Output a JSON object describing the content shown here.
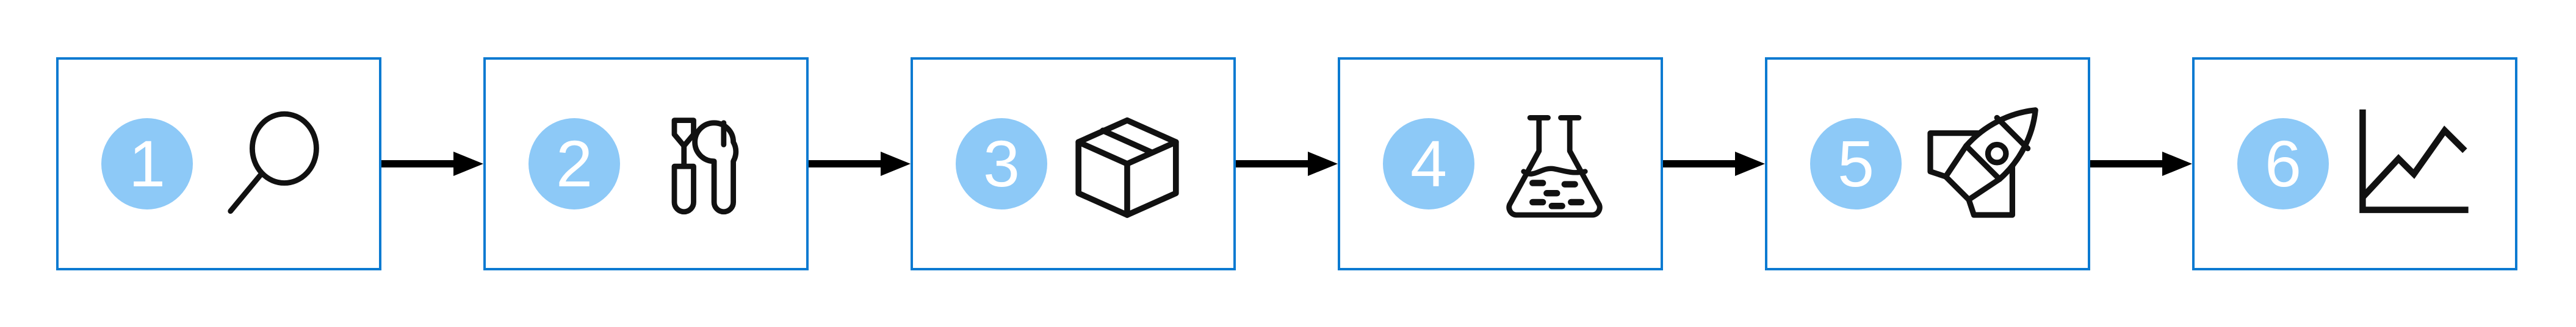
{
  "diagram": {
    "title": "Six-step process flow",
    "orientation": "horizontal",
    "background_color": "#ffffff",
    "box_border_color": "#0b7ad1",
    "badge_fill_color": "#8dc9f7",
    "badge_text_color": "#ffffff",
    "icon_stroke_color": "#111111",
    "connector_color": "#000000",
    "step_count": 6,
    "connector_count": 5
  },
  "steps": [
    {
      "number": "1",
      "icon": "magnifying-glass-icon"
    },
    {
      "number": "2",
      "icon": "tools-screwdriver-wrench-icon"
    },
    {
      "number": "3",
      "icon": "package-box-icon"
    },
    {
      "number": "4",
      "icon": "erlenmeyer-flask-icon"
    },
    {
      "number": "5",
      "icon": "rocket-icon"
    },
    {
      "number": "6",
      "icon": "line-chart-icon"
    }
  ],
  "connectors": [
    {
      "icon": "arrow-right-icon"
    },
    {
      "icon": "arrow-right-icon"
    },
    {
      "icon": "arrow-right-icon"
    },
    {
      "icon": "arrow-right-icon"
    },
    {
      "icon": "arrow-right-icon"
    }
  ]
}
